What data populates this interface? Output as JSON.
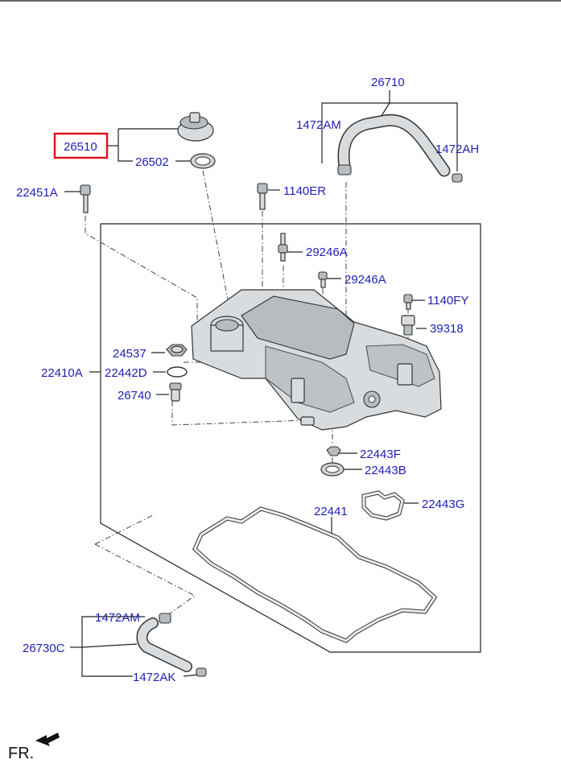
{
  "labels": {
    "p26710": "26710",
    "p1472AM_top": "1472AM",
    "p1472AH": "1472AH",
    "p26510": "26510",
    "p26502": "26502",
    "p22451A": "22451A",
    "p1140ER": "1140ER",
    "p29246A_1": "29246A",
    "p29246A_2": "29246A",
    "p1140FY": "1140FY",
    "p39318": "39318",
    "p24537": "24537",
    "p22410A": "22410A",
    "p22442D": "22442D",
    "p26740": "26740",
    "p22443F": "22443F",
    "p22443B": "22443B",
    "p22443G": "22443G",
    "p22441": "22441",
    "p1472AM_bottom": "1472AM",
    "p26730C": "26730C",
    "p1472AK": "1472AK"
  },
  "highlight": {
    "part": "26510",
    "color": "#e0141e"
  },
  "label_color": "#1f1fb4",
  "orientation": {
    "text": "FR.",
    "icon": "front-arrow-icon"
  }
}
